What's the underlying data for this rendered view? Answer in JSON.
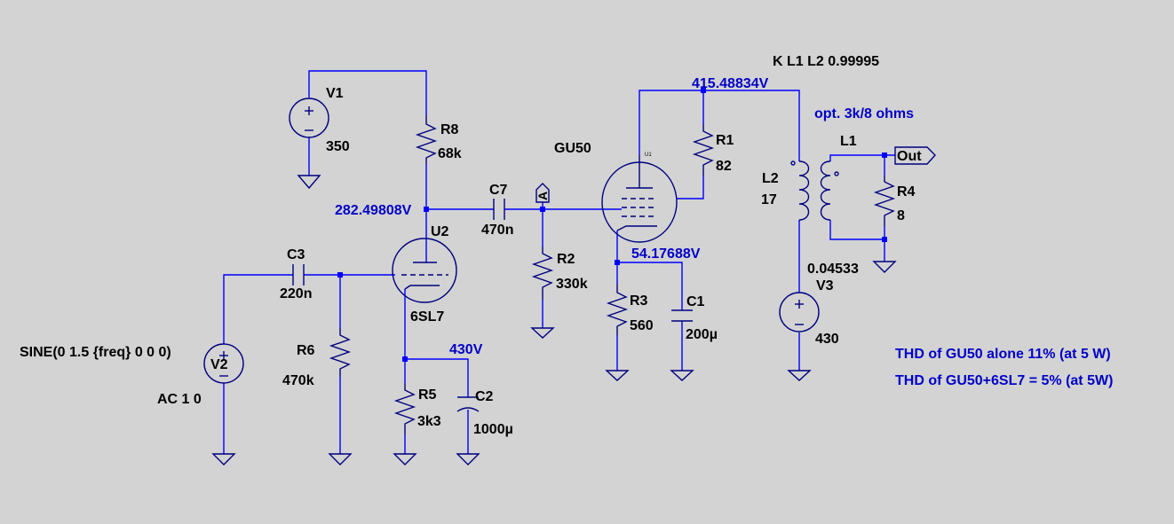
{
  "components": {
    "V1": {
      "name": "V1",
      "value": "350"
    },
    "R8": {
      "name": "R8",
      "value": "68k"
    },
    "U2": {
      "name": "U2",
      "value": "6SL7"
    },
    "C3": {
      "name": "C3",
      "value": "220n"
    },
    "R6": {
      "name": "R6",
      "value": "470k"
    },
    "V2": {
      "name": "V2",
      "source": "SINE(0 1.5 {freq} 0 0 0)",
      "ac": "AC 1 0"
    },
    "R5": {
      "name": "R5",
      "value": "3k3"
    },
    "C2": {
      "name": "C2",
      "value": "1000µ"
    },
    "C7": {
      "name": "C7",
      "value": "470n"
    },
    "R2": {
      "name": "R2",
      "value": "330k"
    },
    "U1": {
      "name": "GU50",
      "tag": "U1"
    },
    "R1": {
      "name": "R1",
      "value": "82"
    },
    "R3": {
      "name": "R3",
      "value": "560"
    },
    "C1": {
      "name": "C1",
      "value": "200µ"
    },
    "L2": {
      "name": "L2",
      "value": "17"
    },
    "L1": {
      "name": "L1"
    },
    "R4": {
      "name": "R4",
      "value": "8"
    },
    "V3": {
      "name": "V3",
      "value": "430",
      "series_r": "0.04533"
    }
  },
  "directives": {
    "coupling": "K L1 L2 0.99995",
    "transformer_note": "opt. 3k/8 ohms",
    "thd_alone": "THD of GU50 alone 11% (at 5 W)",
    "thd_combined": "THD of GU50+6SL7 = 5% (at 5W)"
  },
  "node_voltages": {
    "u2_plate": "282.49808V",
    "u2_cathode": "430V",
    "gu50_cathode": "54.17688V",
    "supply": "415.48834V"
  },
  "labels": {
    "net_a": "A",
    "out": "Out"
  },
  "colors": {
    "background": "#d3d3d3",
    "wire": "#0000ff",
    "component": "#000080",
    "annotation": "#0000c8"
  }
}
